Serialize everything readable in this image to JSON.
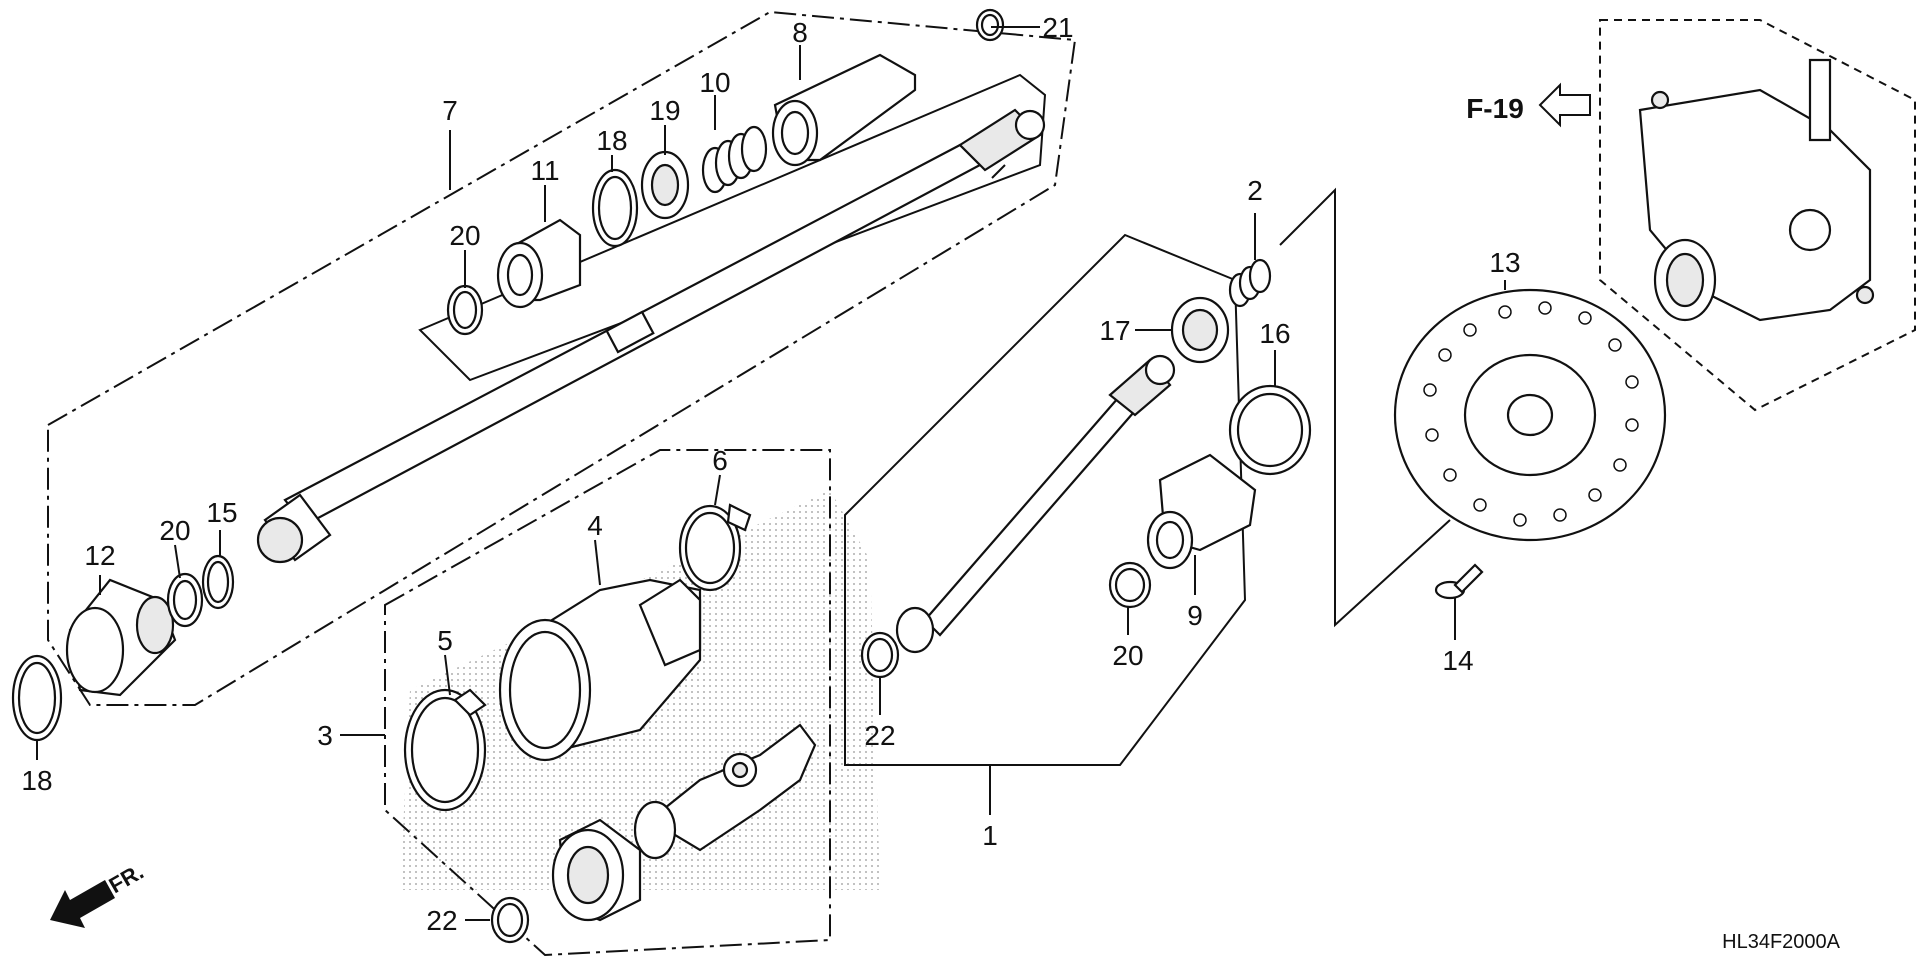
{
  "diagram": {
    "drawing_code": "HL34F2000A",
    "reference_label": "F-19",
    "direction_label": "FR.",
    "callouts": [
      {
        "id": "1",
        "text": "1"
      },
      {
        "id": "2",
        "text": "2"
      },
      {
        "id": "3",
        "text": "3"
      },
      {
        "id": "4",
        "text": "4"
      },
      {
        "id": "5",
        "text": "5"
      },
      {
        "id": "6",
        "text": "6"
      },
      {
        "id": "7",
        "text": "7"
      },
      {
        "id": "8",
        "text": "8"
      },
      {
        "id": "9",
        "text": "9"
      },
      {
        "id": "10",
        "text": "10"
      },
      {
        "id": "11",
        "text": "11"
      },
      {
        "id": "12",
        "text": "12"
      },
      {
        "id": "13",
        "text": "13"
      },
      {
        "id": "14",
        "text": "14"
      },
      {
        "id": "15",
        "text": "15"
      },
      {
        "id": "16",
        "text": "16"
      },
      {
        "id": "17",
        "text": "17"
      },
      {
        "id": "18a",
        "text": "18"
      },
      {
        "id": "18b",
        "text": "18"
      },
      {
        "id": "19",
        "text": "19"
      },
      {
        "id": "20a",
        "text": "20"
      },
      {
        "id": "20b",
        "text": "20"
      },
      {
        "id": "20c",
        "text": "20"
      },
      {
        "id": "21",
        "text": "21"
      },
      {
        "id": "22a",
        "text": "22"
      },
      {
        "id": "22b",
        "text": "22"
      }
    ]
  }
}
